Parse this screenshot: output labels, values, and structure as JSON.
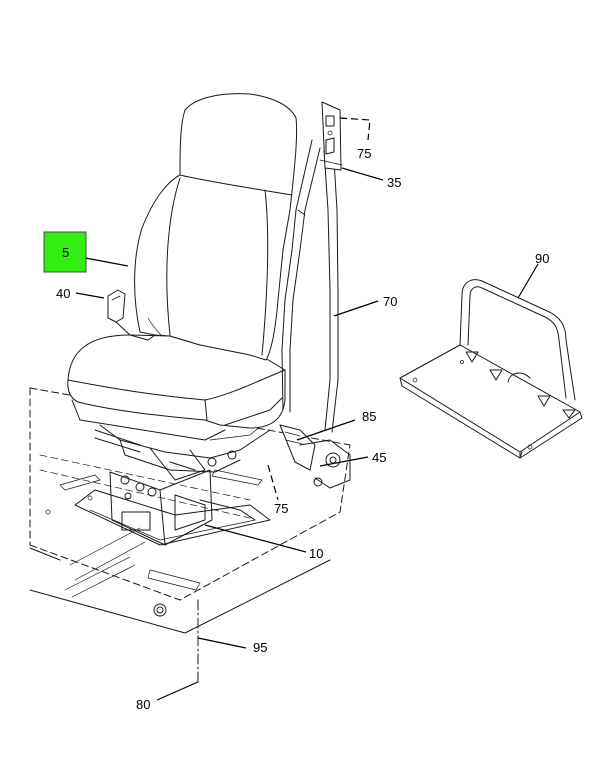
{
  "callouts": {
    "c5": "5",
    "c40": "40",
    "c75a": "75",
    "c35": "35",
    "c70": "70",
    "c90": "90",
    "c85": "85",
    "c45": "45",
    "c75b": "75",
    "c10": "10",
    "c95": "95",
    "c80": "80"
  },
  "colors": {
    "highlight": "#33ee11",
    "line": "#1a1a1a",
    "background": "#ffffff"
  }
}
